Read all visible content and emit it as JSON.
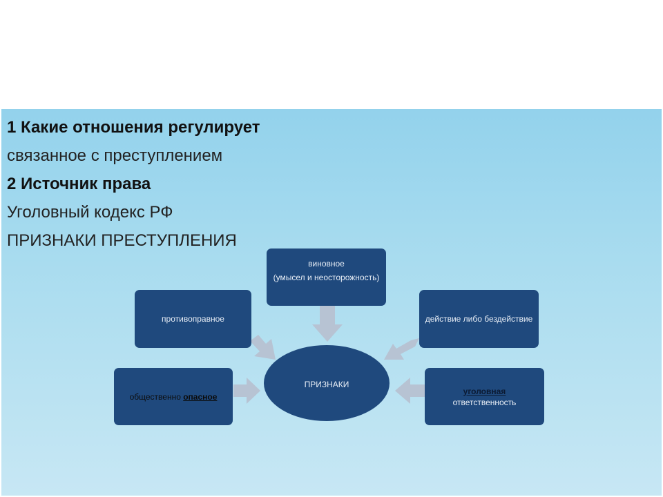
{
  "slide": {
    "lines": [
      {
        "text": "1 Какие отношения регулирует",
        "weight": "bold"
      },
      {
        "text": "связанное с преступлением",
        "weight": "normal"
      },
      {
        "text": "2 Источник права",
        "weight": "bold"
      },
      {
        "text": "Уголовный кодекс РФ",
        "weight": "normal"
      },
      {
        "text": "ПРИЗНАКИ ПРЕСТУПЛЕНИЯ",
        "weight": "normal"
      }
    ]
  },
  "diagram": {
    "center": "ПРИЗНАКИ",
    "guilty": {
      "label": "виновное",
      "detail": "(умысел и неосторожность)"
    },
    "unlawful": "противоправное",
    "action": "действие либо бездействие",
    "danger": {
      "prefix": "общественно ",
      "emphasis": "опасное"
    },
    "liability": {
      "emphasis": "уголовная",
      "suffix": "ответственность"
    }
  },
  "colors": {
    "node": "#1f497d",
    "arrow": "#b7c3d3",
    "panel_top": "#93d2ec",
    "panel_bottom": "#c7e7f4"
  }
}
